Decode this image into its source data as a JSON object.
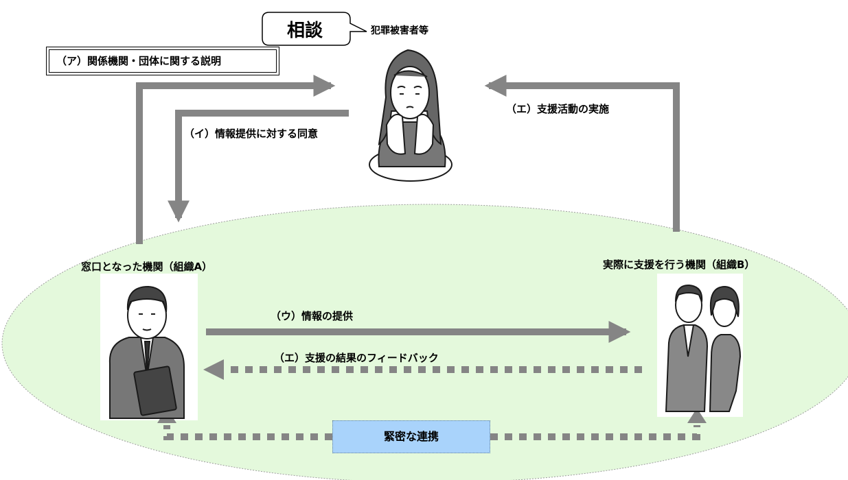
{
  "consultation": {
    "bubble_text": "相談"
  },
  "victim": {
    "label": "犯罪被害者等"
  },
  "flows": {
    "explanation": "（ア）関係機関・団体に関する説明",
    "consent": "（イ）情報提供に対する同意",
    "support_activity": "（エ）支援活動の実施",
    "info_provision": "（ウ）情報の提供",
    "feedback": "（エ）支援の結果のフィードバック"
  },
  "organizations": {
    "org_a": "窓口となった機関（組織A）",
    "org_b": "実際に支援を行う機関（組織B）"
  },
  "cooperation": {
    "label": "緊密な連携"
  },
  "colors": {
    "arrow_gray": "#858585",
    "ellipse_fill": "#e4f9dc",
    "coop_box_fill": "#a9d3fb"
  },
  "icons": [
    "speech-bubble-icon",
    "worried-woman-illustration",
    "businessman-clipboard-illustration",
    "business-couple-illustration"
  ]
}
